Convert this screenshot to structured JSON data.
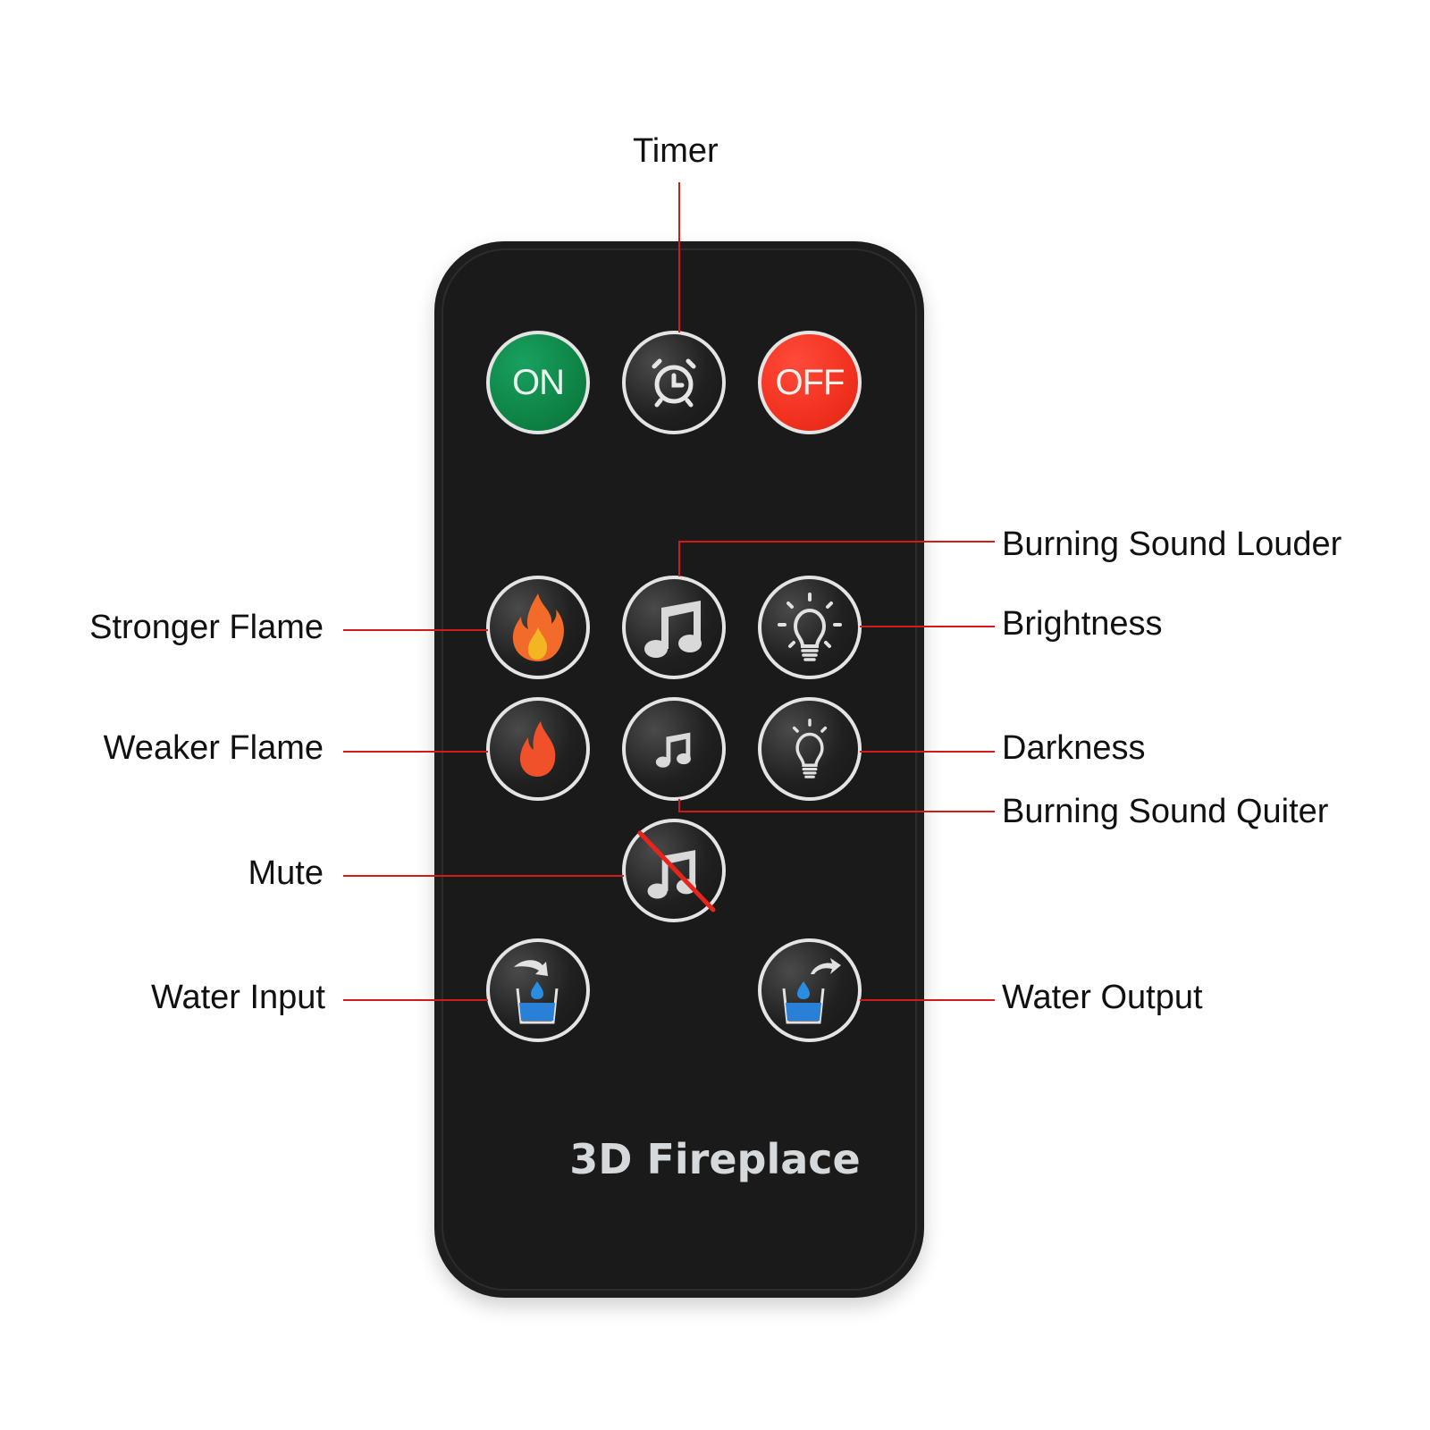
{
  "remote": {
    "brand": "3D Fireplace",
    "body_color": "#1d1d1d",
    "buttons": {
      "on": {
        "label": "ON",
        "color": "#0e8445"
      },
      "timer": {
        "icon": "alarm-clock-icon"
      },
      "off": {
        "label": "OFF",
        "color": "#f2311f"
      },
      "stronger_flame": {
        "icon": "large-flame-icon",
        "color": "#f26b2a"
      },
      "sound_louder": {
        "icon": "large-music-note-icon"
      },
      "brightness": {
        "icon": "lightbulb-rays-icon"
      },
      "weaker_flame": {
        "icon": "small-flame-icon",
        "color": "#f0502a"
      },
      "sound_quieter": {
        "icon": "small-music-note-icon"
      },
      "darkness": {
        "icon": "lightbulb-dim-icon"
      },
      "mute": {
        "icon": "muted-music-note-icon",
        "slash_color": "#e8251a"
      },
      "water_input": {
        "icon": "water-glass-in-icon",
        "color": "#2a7fd6"
      },
      "water_output": {
        "icon": "water-glass-out-icon",
        "color": "#2a7fd6"
      }
    }
  },
  "callouts": {
    "timer": "Timer",
    "burning_sound_louder": "Burning Sound Louder",
    "stronger_flame": "Stronger Flame",
    "brightness": "Brightness",
    "weaker_flame": "Weaker Flame",
    "darkness": "Darkness",
    "burning_sound_quieter": "Burning Sound Quiter",
    "mute": "Mute",
    "water_input": "Water Input",
    "water_output": "Water Output"
  },
  "leader_line_color": "#d11a1a"
}
